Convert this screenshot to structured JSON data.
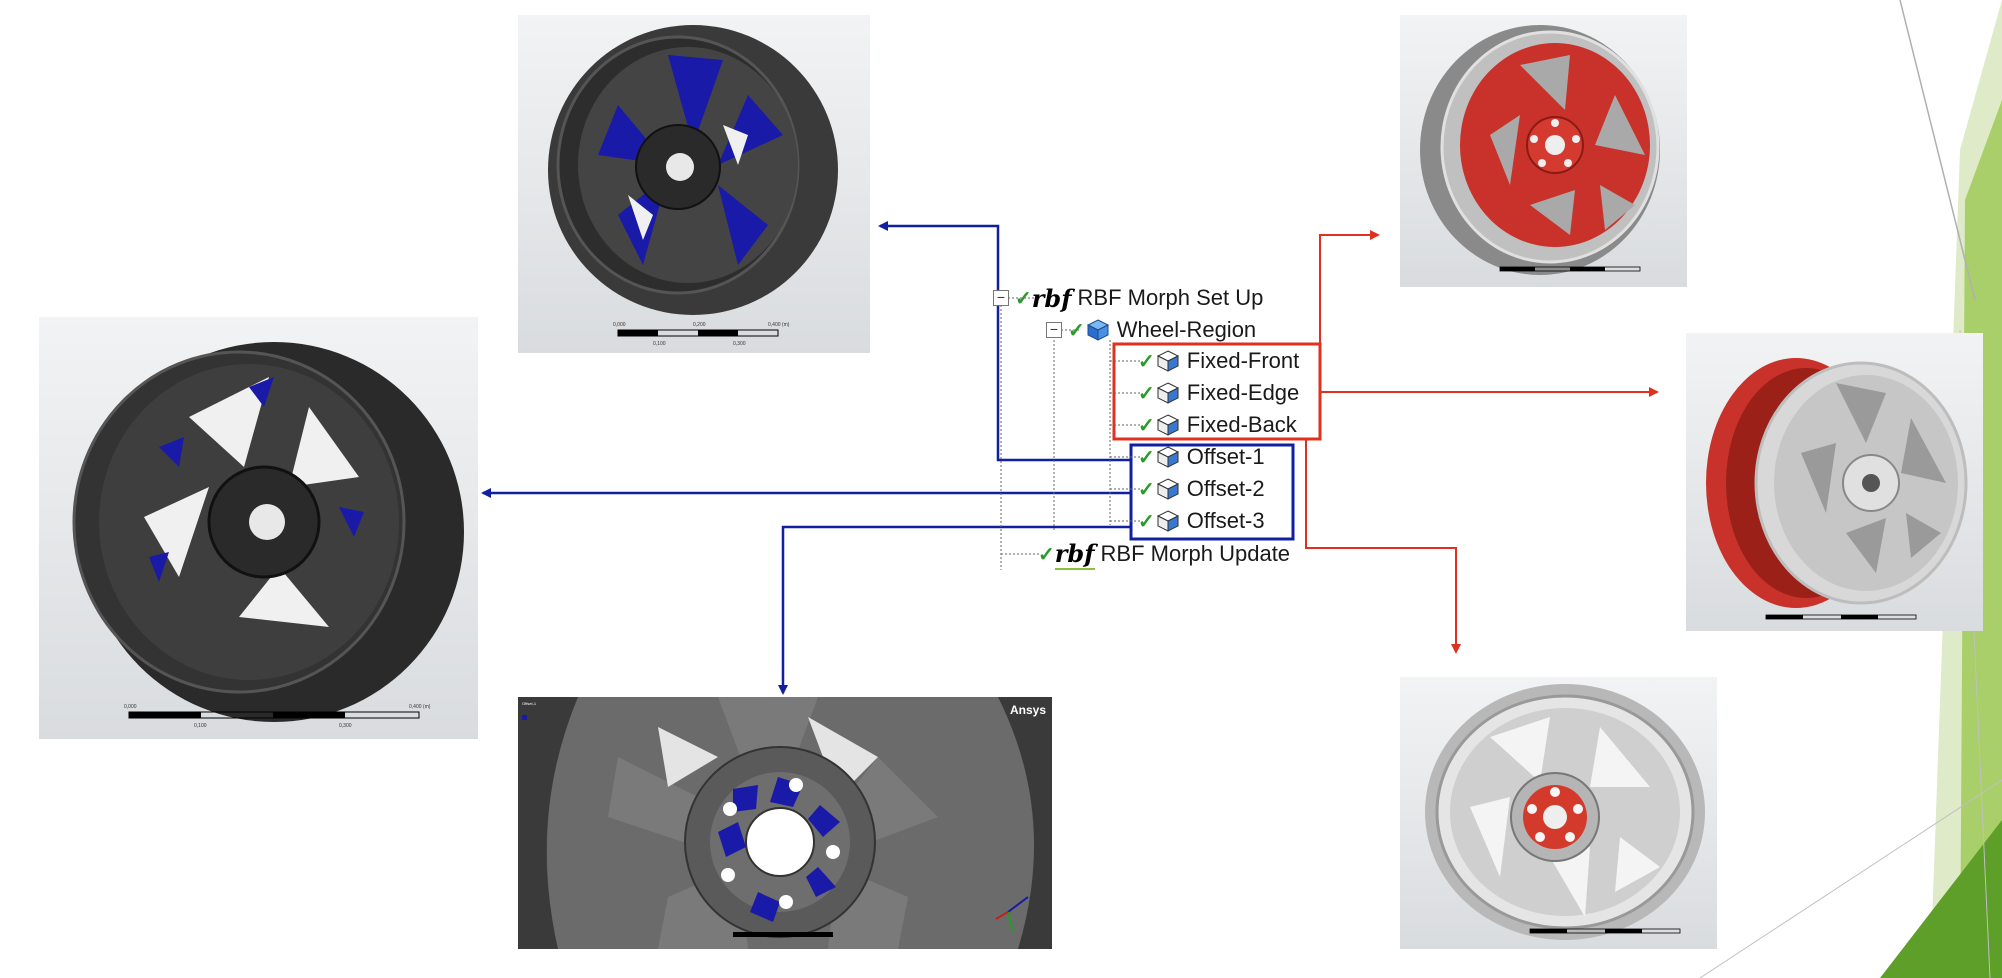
{
  "tree": {
    "root": "RBF Morph Set Up",
    "region": "Wheel-Region",
    "fixed": [
      "Fixed-Front",
      "Fixed-Edge",
      "Fixed-Back"
    ],
    "offsets": [
      "Offset-1",
      "Offset-2",
      "Offset-3"
    ],
    "update": "RBF Morph Update",
    "rbf_logo": "rbf"
  },
  "scales": {
    "top_center": [
      "0,000",
      "0,200",
      "0,400 (m)",
      "0,100",
      "0,300"
    ],
    "left": [
      "0,000",
      "0,400 (m)",
      "0,100",
      "0,300"
    ]
  },
  "bottom_panel": {
    "brand": "Ansys",
    "corner_label": "Offset-1"
  },
  "colors": {
    "blue_arrow": "#1020a0",
    "red_arrow": "#e03020",
    "blue_highlight": "#1a1aa8",
    "red_highlight": "#c8322a",
    "check_green": "#2a9a2a",
    "accent_green": "#8cbf3f"
  }
}
